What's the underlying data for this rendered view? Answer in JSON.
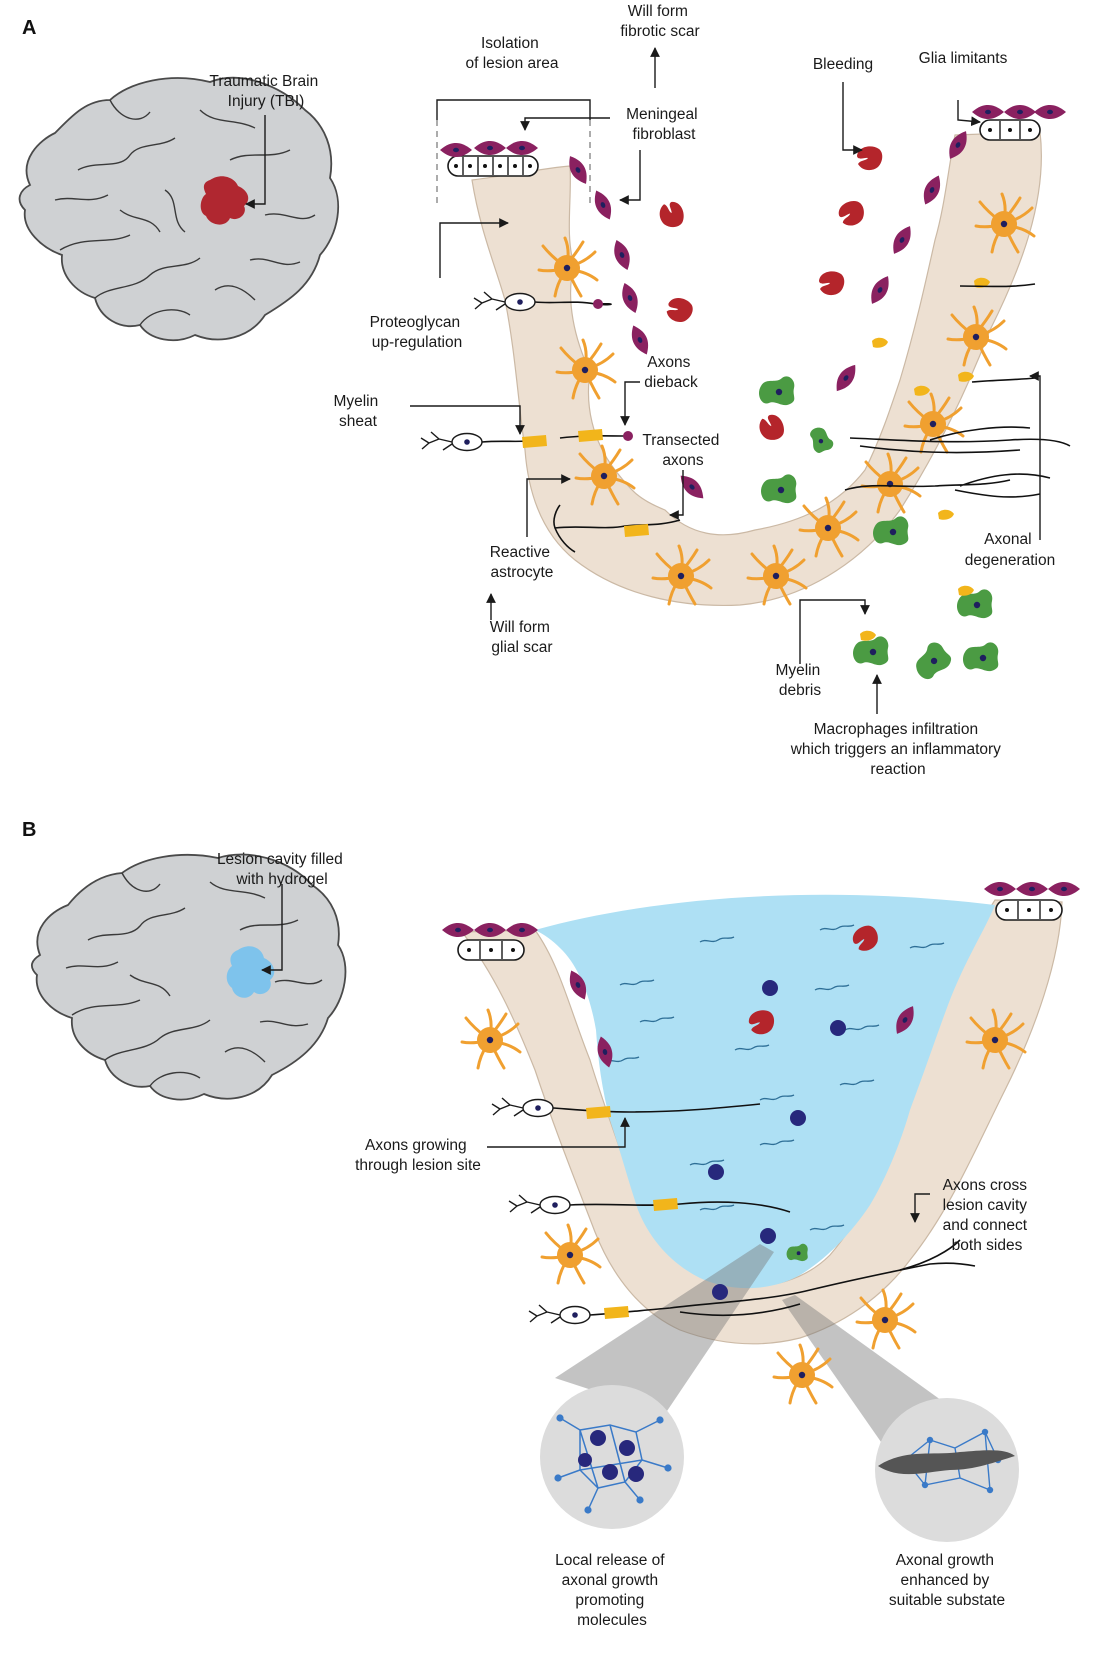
{
  "panel_a": {
    "letter": "A",
    "labels": {
      "tbi": [
        "Traumatic Brain",
        "Injury (TBI)"
      ],
      "isolation": [
        "Isolation",
        "of lesion area"
      ],
      "will_form_fibrotic": [
        "Will form",
        "fibrotic scar"
      ],
      "meningeal": [
        "Meningeal",
        "fibroblast"
      ],
      "bleeding": "Bleeding",
      "glia_limitants": "Glia limitants",
      "proteoglycan": [
        "Proteoglycan",
        "up-regulation"
      ],
      "axons_dieback": [
        "Axons",
        "dieback"
      ],
      "myelin_sheat": [
        "Myelin",
        "sheat"
      ],
      "transected": [
        "Transected",
        "axons"
      ],
      "reactive_astrocyte": [
        "Reactive",
        "astrocyte"
      ],
      "will_form_glial": [
        "Will form",
        "glial scar"
      ],
      "axonal_degeneration": [
        "Axonal",
        "degeneration"
      ],
      "myelin_debris": [
        "Myelin",
        "debris"
      ],
      "macrophages": [
        "Macrophages infiltration",
        "which triggers an inflammatory",
        "reaction"
      ]
    }
  },
  "panel_b": {
    "letter": "B",
    "labels": {
      "lesion_cavity": [
        "Lesion cavity filled",
        "with hydrogel"
      ],
      "axons_growing": [
        "Axons growing",
        "through lesion site"
      ],
      "axons_cross": [
        "Axons cross",
        "lesion cavity",
        "and connect",
        "both sides"
      ],
      "local_release": [
        "Local release of",
        "axonal growth",
        "promoting",
        "molecules"
      ],
      "axonal_growth": [
        "Axonal growth",
        "enhanced by",
        "suitable substate"
      ]
    }
  },
  "colors": {
    "tissue": "#ede0d2",
    "astrocyte": "#f0a030",
    "nucleus": "#1f1f5e",
    "blood": "#b4252b",
    "fibroblast": "#8a2160",
    "macrophage": "#4b9b43",
    "myelin": "#f2b51b",
    "hydrogel": "#aee0f4",
    "molecule": "#27287c",
    "brain": "#cfd1d3",
    "lesion_red": "#b02730",
    "lesion_blue": "#7ec3ec"
  }
}
